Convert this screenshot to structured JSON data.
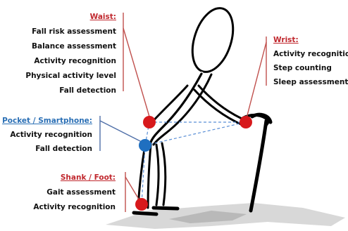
{
  "colors": {
    "sensor_red": "#d7191c",
    "sensor_blue": "#1f6fc0",
    "bracket_red": "#c0504d",
    "bracket_blue": "#4f6fa8",
    "link_blue": "#5b8fd6",
    "shadow": "#b8b8b8"
  },
  "waist": {
    "header": "Waist:",
    "items": [
      "Fall risk assessment",
      "Balance assessment",
      "Activity recognition",
      "Physical activity level",
      "Fall detection"
    ]
  },
  "wrist": {
    "header": "Wrist:",
    "items": [
      "Activity recognition",
      "Step counting",
      "Sleep assessment"
    ]
  },
  "pocket": {
    "header": "Pocket / Smartphone:",
    "items": [
      "Activity recognition",
      "Fall detection"
    ]
  },
  "shank": {
    "header": "Shank / Foot:",
    "items": [
      "Gait assessment",
      "Activity recognition"
    ]
  }
}
